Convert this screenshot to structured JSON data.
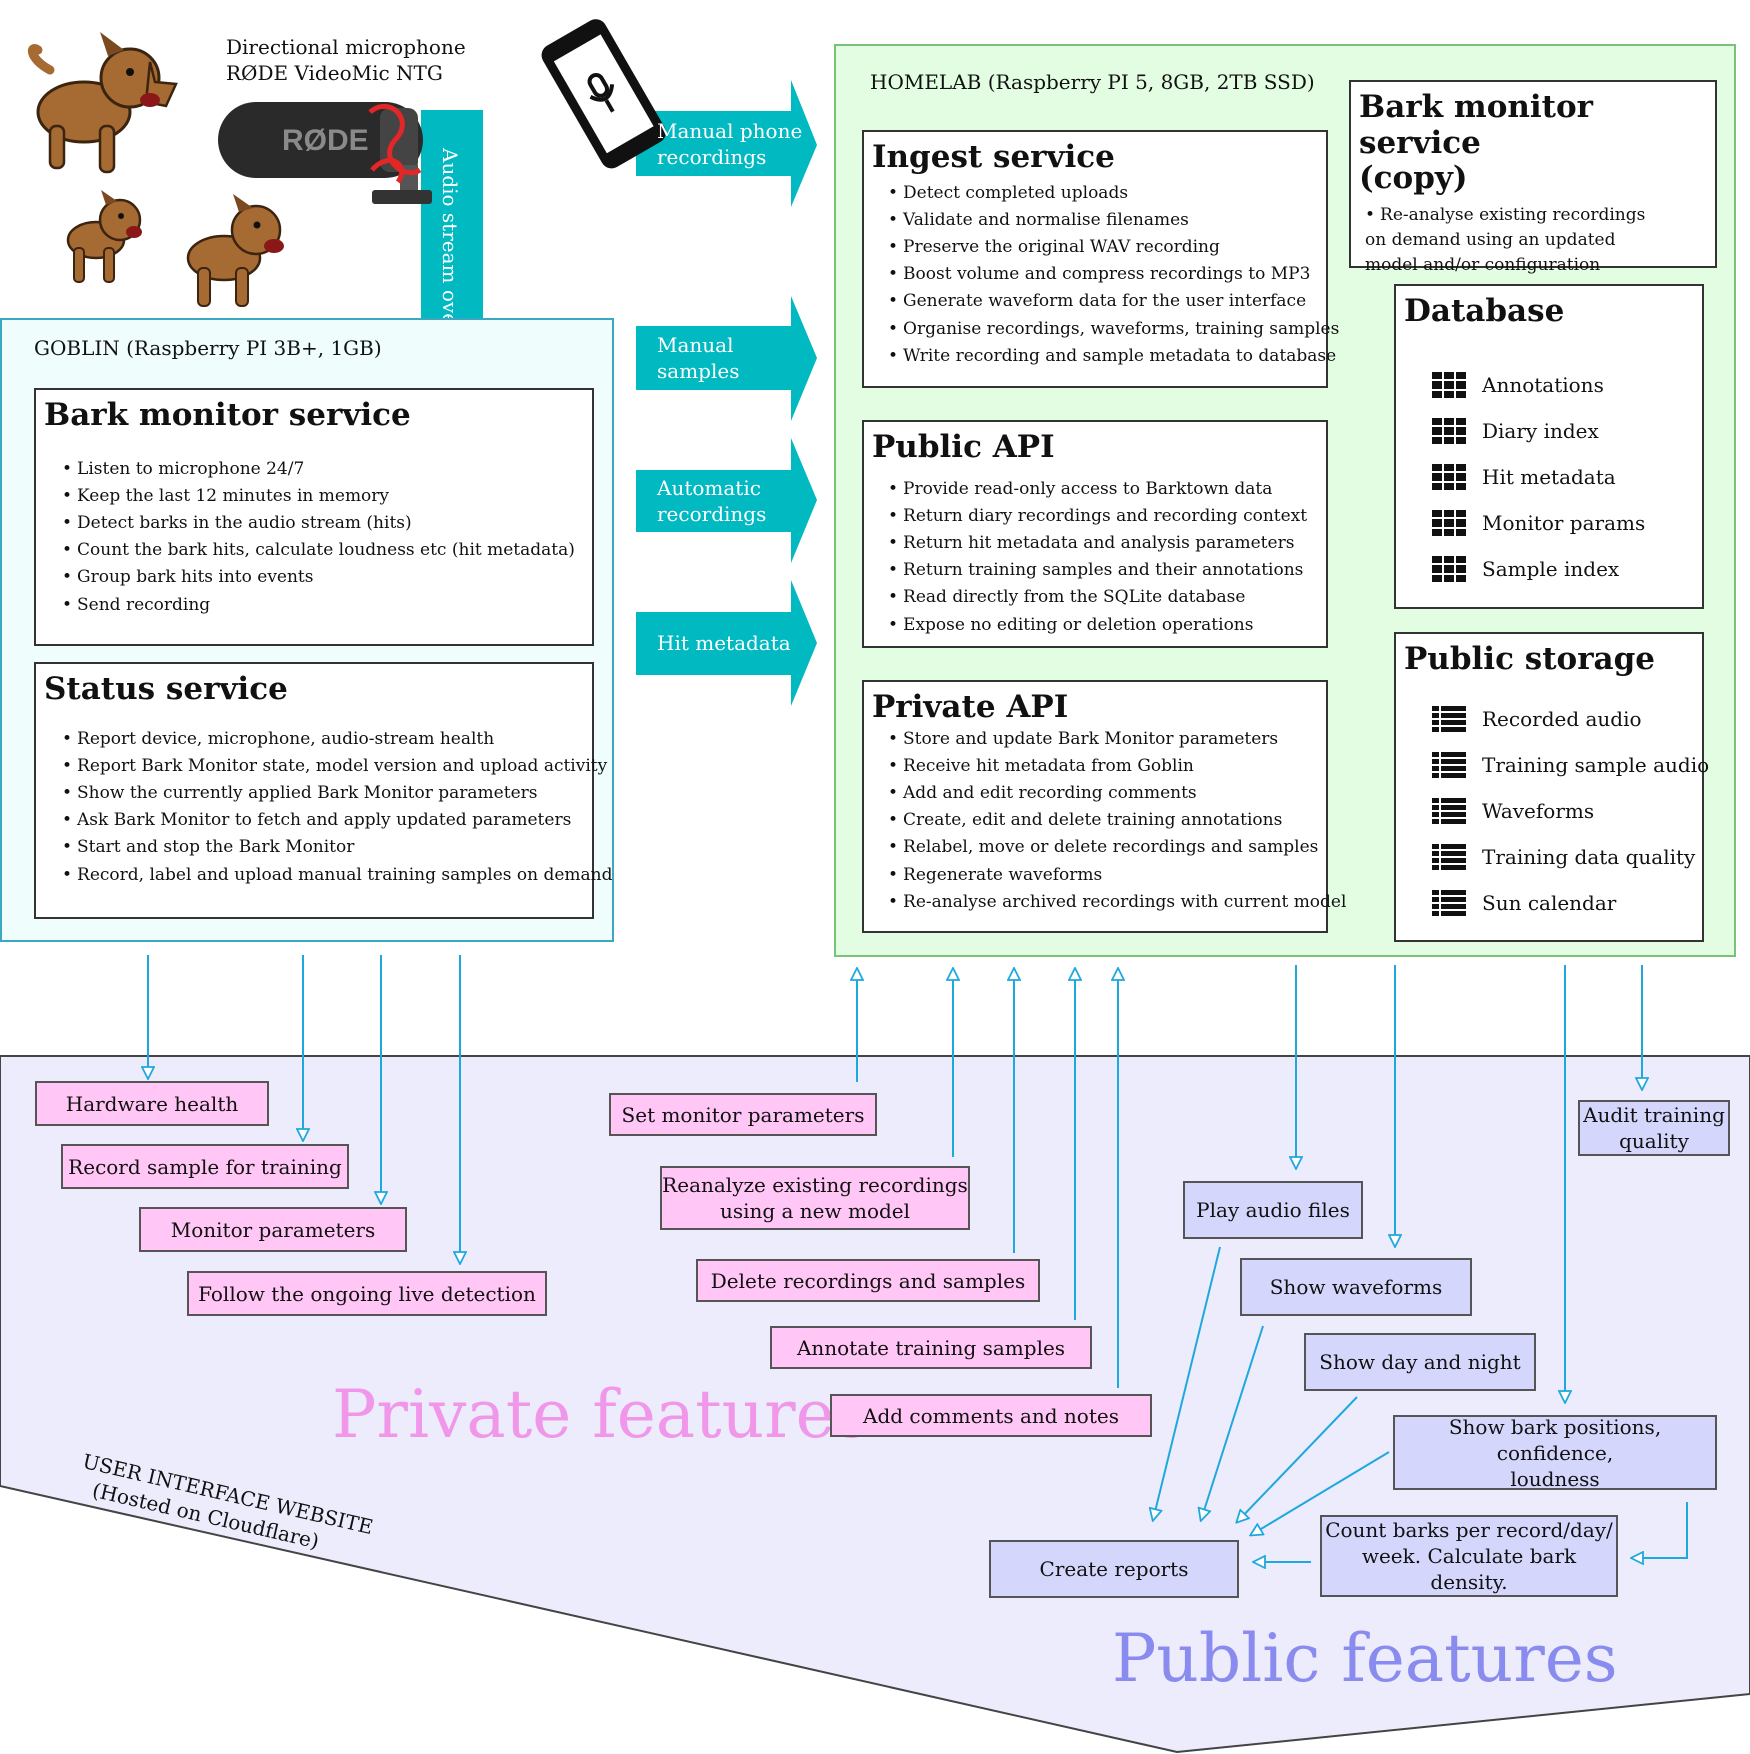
{
  "microphone": {
    "line1": "Directional microphone",
    "line2": "RØDE VideoMic NTG",
    "brand": "RØDE"
  },
  "usb_label": "Audio stream over USB",
  "goblin": {
    "title": "GOBLIN (Raspberry PI 3B+, 1GB)",
    "bark_monitor": {
      "title": "Bark monitor service",
      "items": [
        "Listen to microphone 24/7",
        "Keep the last 12 minutes in memory",
        "Detect barks in the audio stream (hits)",
        "Count the bark hits, calculate loudness etc (hit metadata)",
        "Group bark hits into events",
        "Send recording"
      ]
    },
    "status": {
      "title": "Status service",
      "items": [
        "Report device, microphone, audio-stream health",
        "Report Bark Monitor state, model version and upload activity",
        "Show the currently applied Bark Monitor parameters",
        "Ask Bark Monitor to fetch and apply updated parameters",
        "Start and stop the Bark Monitor",
        "Record, label and upload manual training samples on demand"
      ]
    }
  },
  "flows": [
    {
      "line1": "Manual phone",
      "line2": "recordings"
    },
    {
      "line1": "Manual",
      "line2": "samples"
    },
    {
      "line1": "Automatic",
      "line2": "recordings"
    },
    {
      "line1": "Hit metadata",
      "line2": ""
    }
  ],
  "homelab": {
    "title": "HOMELAB (Raspberry PI 5, 8GB, 2TB SSD)",
    "ingest": {
      "title": "Ingest service",
      "items": [
        "Detect completed uploads",
        "Validate and normalise filenames",
        "Preserve the original WAV recording",
        "Boost volume and compress recordings to MP3",
        "Generate waveform data for the user interface",
        "Organise recordings, waveforms, training samples",
        "Write recording and sample metadata to database"
      ]
    },
    "public_api": {
      "title": "Public API",
      "items": [
        "Provide read-only access to Barktown data",
        "Return diary recordings and recording context",
        "Return hit metadata and analysis parameters",
        "Return training samples and their annotations",
        "Read directly from the SQLite database",
        "Expose no editing or deletion operations"
      ]
    },
    "private_api": {
      "title": "Private API",
      "items": [
        "Store and update Bark Monitor parameters",
        "Receive hit metadata from Goblin",
        "Add and edit recording comments",
        "Create, edit and delete training annotations",
        "Relabel, move or delete recordings and samples",
        "Regenerate waveforms",
        "Re-analyse archived recordings with current model"
      ]
    },
    "bark_copy": {
      "title_line1": "Bark monitor service",
      "title_line2": "(copy)",
      "items": [
        "Re-analyse existing recordings",
        "on demand using an updated",
        "model and/or configuration"
      ]
    },
    "database": {
      "title": "Database",
      "items": [
        "Annotations",
        "Diary index",
        "Hit metadata",
        "Monitor params",
        "Sample index"
      ]
    },
    "storage": {
      "title": "Public storage",
      "items": [
        "Recorded audio",
        "Training sample audio",
        "Waveforms",
        "Training data quality",
        "Sun calendar"
      ]
    }
  },
  "ui": {
    "line1": "USER INTERFACE WEBSITE",
    "line2": "(Hosted on Cloudflare)",
    "private_title": "Private features",
    "public_title": "Public features"
  },
  "private_features": {
    "hardware_health": "Hardware health",
    "record_sample": "Record sample for training",
    "monitor_parameters": "Monitor parameters",
    "follow_live": "Follow the ongoing live detection",
    "set_params": "Set monitor parameters",
    "reanalyze_1": "Reanalyze existing recordings",
    "reanalyze_2": "using a new model",
    "delete": "Delete recordings and samples",
    "annotate": "Annotate training samples",
    "comments": "Add comments and notes"
  },
  "public_features": {
    "audit_1": "Audit training",
    "audit_2": "quality",
    "play_audio": "Play audio files",
    "waveforms": "Show waveforms",
    "day_night": "Show day and night",
    "positions_1": "Show bark positions, confidence,",
    "positions_2": "loudness",
    "count_1": "Count barks per record/day/",
    "count_2": "week. Calculate bark density.",
    "reports": "Create reports"
  },
  "colors": {
    "arrow_teal": "#00b9c1",
    "connector_blue": "#1fa8dd",
    "private_pink": "#ffc6f6",
    "public_purple": "#d5d6fb",
    "private_title": "#f097ea",
    "public_title": "#8a8bee",
    "goblin_bg": "#effdfd",
    "homelab_bg": "#e3fde3",
    "ui_bg": "#ececfd"
  }
}
